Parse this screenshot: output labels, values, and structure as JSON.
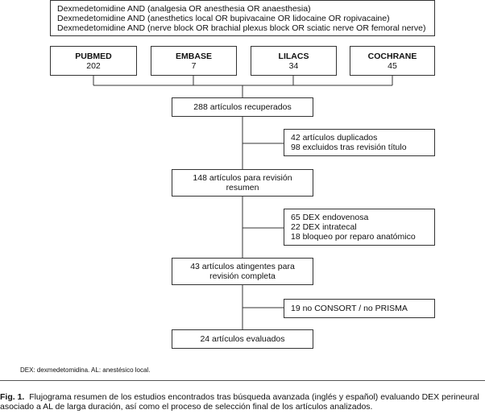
{
  "search_terms": [
    "Dexmedetomidine AND (analgesia OR anesthesia OR anaesthesia)",
    "Dexmedetomidine AND (anesthetics local OR bupivacaine OR lidocaine OR ropivacaine)",
    "Dexmedetomidine AND (nerve block OR brachial plexus block OR sciatic nerve OR femoral nerve)"
  ],
  "databases": [
    {
      "name": "PUBMED",
      "count": "202"
    },
    {
      "name": "EMBASE",
      "count": "7"
    },
    {
      "name": "LILACS",
      "count": "34"
    },
    {
      "name": "COCHRANE",
      "count": "45"
    }
  ],
  "main_steps": [
    [
      "288 artículos recuperados"
    ],
    [
      "148 artículos para revisión",
      "resumen"
    ],
    [
      "43 artículos atingentes para",
      "revisión completa"
    ],
    [
      "24 artículos evaluados"
    ]
  ],
  "exclusions": [
    [
      "42 artículos duplicados",
      "98 excluidos tras revisión título"
    ],
    [
      "65 DEX endovenosa",
      "22 DEX intratecal",
      "18 bloqueo por reparo anatómico"
    ],
    [
      "19 no CONSORT / no PRISMA"
    ]
  ],
  "footnote": "DEX: dexmedetomidina. AL: anestésico local.",
  "caption": {
    "label": "Fig. 1.",
    "text": "Flujograma resumen de los estudios encontrados tras búsqueda avanzada (inglés y español) evaluando DEX perineural asociado a AL de larga duración, así como el proceso de selección final de los artículos analizados."
  }
}
